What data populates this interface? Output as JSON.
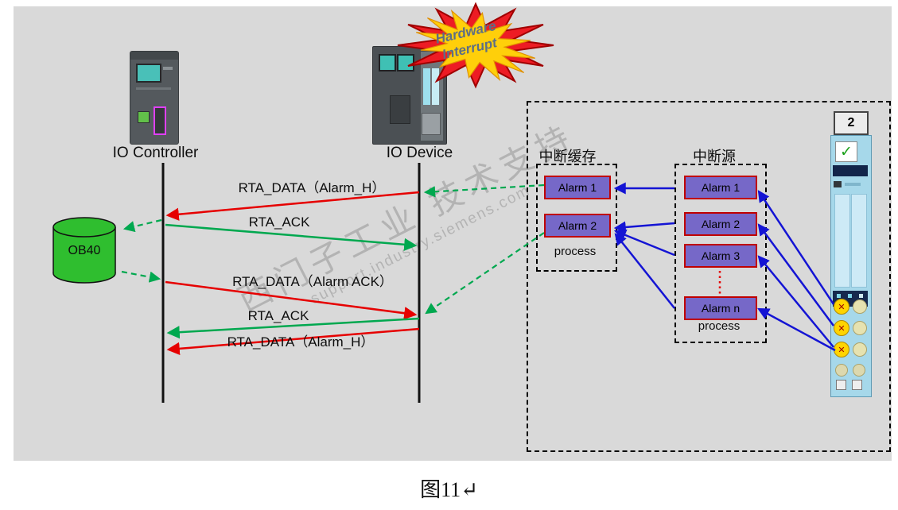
{
  "caption": "图11↵",
  "watermark": {
    "cn": "西门子工业 技术支持",
    "url": "support.industry.siemens.com"
  },
  "actors": {
    "controller": {
      "label": "IO Controller"
    },
    "device": {
      "label": "IO Device"
    }
  },
  "burst": {
    "line1": "Hardware",
    "line2": "Interrupt"
  },
  "ob40": {
    "label": "OB40"
  },
  "messages": [
    "RTA_DATA（Alarm_H）",
    "RTA_ACK",
    "RTA_DATA（Alarm ACK）",
    "RTA_ACK",
    "RTA_DATA（Alarm_H）"
  ],
  "buffer": {
    "title": "中断缓存",
    "alarms": [
      "Alarm 1",
      "Alarm 2"
    ],
    "process": "process"
  },
  "source": {
    "title": "中断源",
    "alarms": [
      "Alarm 1",
      "Alarm 2",
      "Alarm 3",
      "Alarm n"
    ],
    "process": "process"
  },
  "module": {
    "slot": "2",
    "check": "✓",
    "interrupt_mark": "✕"
  },
  "colors": {
    "panel_bg": "#d9d9d9",
    "message_red": "#e60000",
    "message_green": "#00a84f",
    "arrow_blue": "#1414d4",
    "alarm_purple": "#7668c8",
    "alarm_border_red": "#c00000",
    "ob40_green": "#2fbe2f",
    "star_red": "#ed1c24",
    "star_yellow": "#ffcf0a"
  }
}
